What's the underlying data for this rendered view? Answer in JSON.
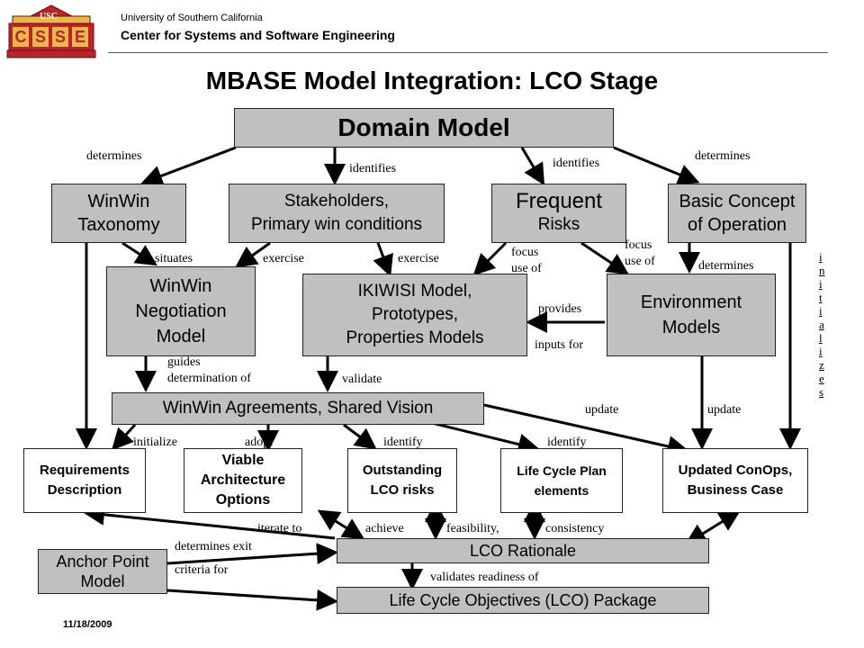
{
  "header": {
    "logo_top": "USC",
    "logo_letters": [
      "C",
      "S",
      "S",
      "E"
    ],
    "university": "University of Southern California",
    "center": "Center for Systems and Software Engineering"
  },
  "title": "MBASE Model Integration: LCO Stage",
  "footer_date": "11/18/2009",
  "boxes": {
    "domain_model": "Domain Model",
    "winwin_taxonomy": "WinWin\nTaxonomy",
    "stakeholders": "Stakeholders,\nPrimary win conditions",
    "frequent_risks_title": "Frequent",
    "frequent_risks_sub": "Risks",
    "basic_concept": "Basic Concept\nof Operation",
    "winwin_negotiation": "WinWin\nNegotiation\nModel",
    "ikiwisi": "IKIWISI Model,\nPrototypes,\nProperties Models",
    "environment_models": "Environment\nModels",
    "winwin_agreements": "WinWin Agreements, Shared Vision",
    "requirements": "Requirements\nDescription",
    "viable_arch": "Viable\nArchitecture\nOptions",
    "outstanding_risks": "Outstanding\nLCO risks",
    "life_cycle_plan": "Life Cycle Plan\nelements",
    "updated_conops": "Updated ConOps,\nBusiness Case",
    "anchor_point": "Anchor Point\nModel",
    "lco_rationale": "LCO Rationale",
    "lco_package": "Life Cycle Objectives (LCO) Package"
  },
  "labels": {
    "determines_left": "determines",
    "identifies_mid": "identifies",
    "identifies_right": "identifies",
    "determines_right": "determines",
    "situates": "situates",
    "exercise_1": "exercise",
    "exercise_2": "exercise",
    "focus_use_1": "focus\nuse of",
    "focus_use_2": "focus\nuse of",
    "determines_env": "determines",
    "initializes": "i\nn\ni\nt\ni\na\nl\ni\nz\ne\ns",
    "provides": "provides",
    "inputs_for": "inputs for",
    "guides": "guides\ndetermination of",
    "validate": "validate",
    "update_1": "update",
    "update_2": "update",
    "initialize": "initialize",
    "adopt": "adopt",
    "identify_1": "identify",
    "identify_2": "identify",
    "iterate_to": "iterate to",
    "achieve": "achieve",
    "feasibility": "feasibility,",
    "consistency": "consistency",
    "determines_exit": "determines exit",
    "criteria_for": "criteria for",
    "validates_readiness": "validates readiness of"
  },
  "colors": {
    "box_fill": "#c0c0c0",
    "logo_red": "#b8242a",
    "logo_gold": "#e8b84a"
  }
}
